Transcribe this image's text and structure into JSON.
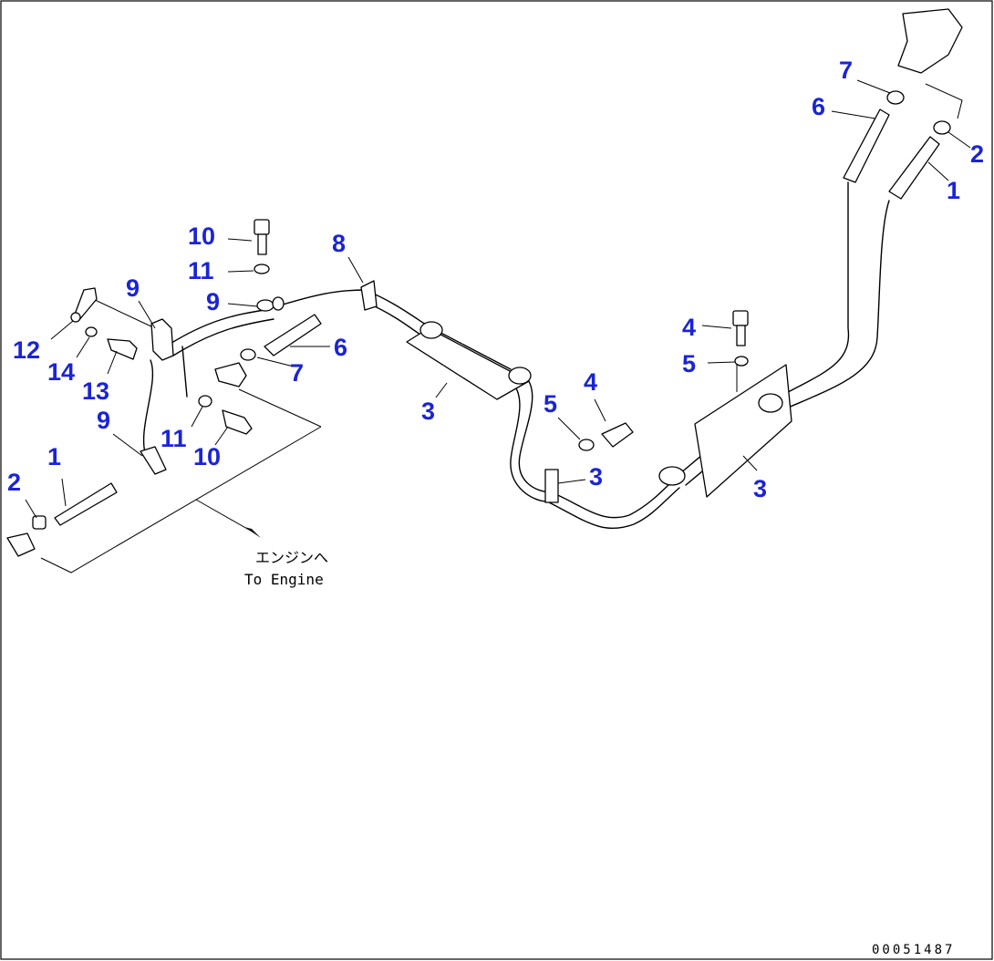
{
  "destination_note": {
    "line1": "エンジンへ",
    "line2": "To Engine"
  },
  "drawing_number": "00051487",
  "callouts": [
    {
      "id": "c-10a",
      "text": "10"
    },
    {
      "id": "c-11a",
      "text": "11"
    },
    {
      "id": "c-9a",
      "text": "9"
    },
    {
      "id": "c-9b",
      "text": "9"
    },
    {
      "id": "c-8",
      "text": "8"
    },
    {
      "id": "c-12",
      "text": "12"
    },
    {
      "id": "c-14",
      "text": "14"
    },
    {
      "id": "c-13",
      "text": "13"
    },
    {
      "id": "c-6a",
      "text": "6"
    },
    {
      "id": "c-7a",
      "text": "7"
    },
    {
      "id": "c-9c",
      "text": "9"
    },
    {
      "id": "c-11b",
      "text": "11"
    },
    {
      "id": "c-10b",
      "text": "10"
    },
    {
      "id": "c-1a",
      "text": "1"
    },
    {
      "id": "c-2a",
      "text": "2"
    },
    {
      "id": "c-3a",
      "text": "3"
    },
    {
      "id": "c-4a",
      "text": "4"
    },
    {
      "id": "c-5a",
      "text": "5"
    },
    {
      "id": "c-3b",
      "text": "3"
    },
    {
      "id": "c-4b",
      "text": "4"
    },
    {
      "id": "c-5b",
      "text": "5"
    },
    {
      "id": "c-3c",
      "text": "3"
    },
    {
      "id": "c-7b",
      "text": "7"
    },
    {
      "id": "c-6b",
      "text": "6"
    },
    {
      "id": "c-2b",
      "text": "2"
    },
    {
      "id": "c-1b",
      "text": "1"
    }
  ],
  "colors": {
    "callout": "#1a24d6",
    "line": "#000000",
    "background": "#ffffff"
  }
}
